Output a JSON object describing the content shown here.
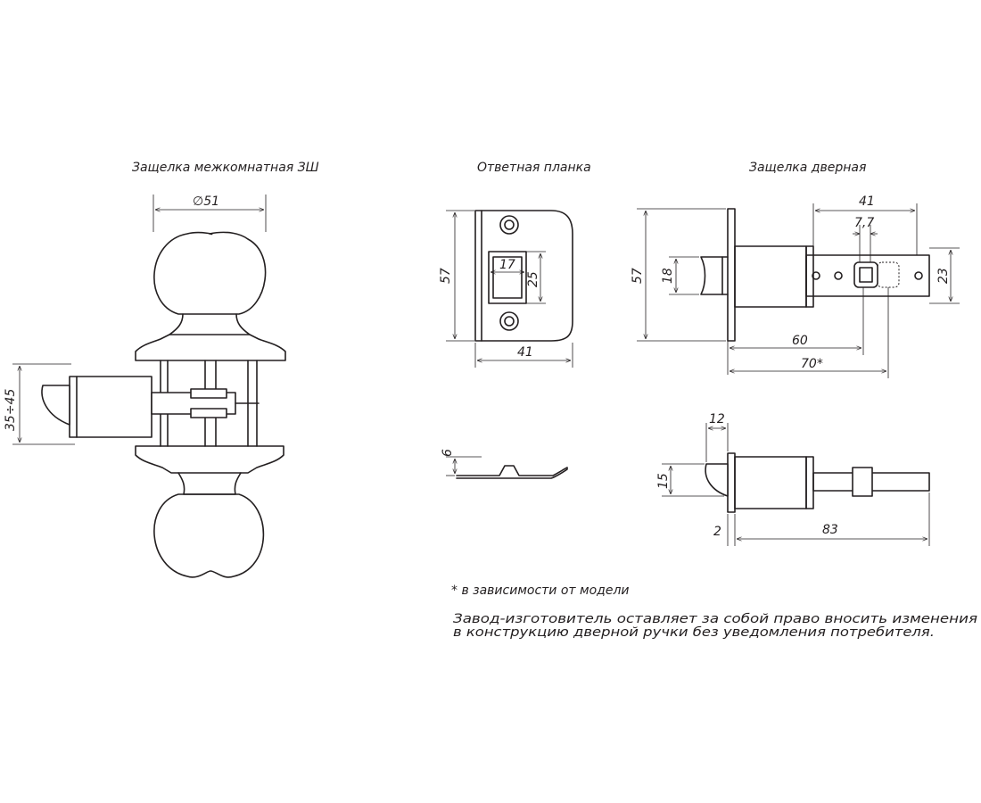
{
  "titles": {
    "latch_interior": "Защелка межкомнатная ЗШ",
    "strike_plate": "Ответная планка",
    "door_latch": "Защелка дверная"
  },
  "dimensions": {
    "knob_diameter": "∅51",
    "backset_range": "35÷45",
    "plate_height": "57",
    "plate_cut_width": "17",
    "plate_cut_height": "25",
    "plate_width": "41",
    "plate_thickness": "6",
    "latch_face_height": "57",
    "latch_bolt_height": "18",
    "latch_tail_length": "41",
    "latch_hole_width": "7,7",
    "latch_tail_height": "23",
    "latch_backset_60": "60",
    "latch_backset_70": "70*",
    "side_bolt_length": "12",
    "side_bolt_height": "15",
    "side_face_thickness": "2",
    "side_total_length": "83"
  },
  "notes": {
    "model_note": "* в зависимости от модели",
    "disclaimer_line1": "Завод-изготовитель оставляет за собой право вносить изменения",
    "disclaimer_line2": "в конструкцию дверной ручки без уведомления потребителя."
  }
}
